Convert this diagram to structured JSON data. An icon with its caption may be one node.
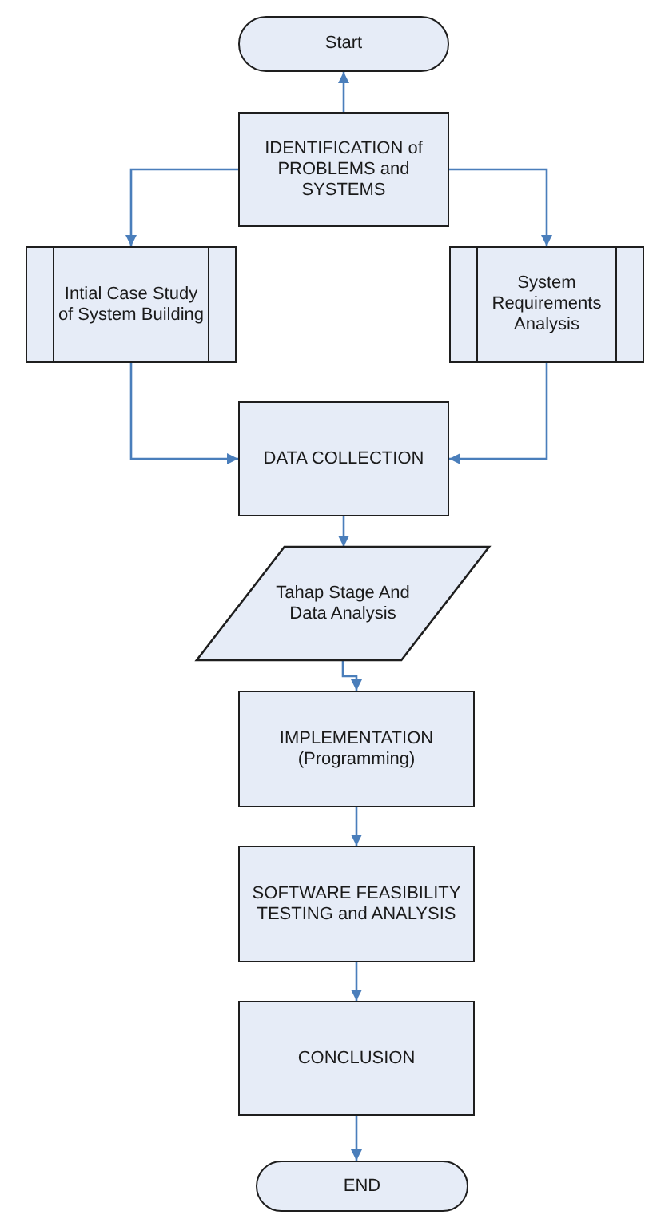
{
  "diagram": {
    "nodes": [
      {
        "text": [
          "Start"
        ]
      },
      {
        "text": [
          "IDENTIFICATION of PROBLEMS and SYSTEMS"
        ]
      },
      {
        "text": [
          "Intial Case Study of System Building"
        ]
      },
      {
        "text": [
          "System Requirements Analysis"
        ]
      },
      {
        "text": [
          "DATA COLLECTION"
        ]
      },
      {
        "text": [
          "Tahap Stage And Data Analysis"
        ]
      },
      {
        "text": [
          "IMPLEMENTATION (Programming)"
        ]
      },
      {
        "text": [
          "SOFTWARE FEASIBILITY TESTING and ANALYSIS"
        ]
      },
      {
        "text": [
          "CONCLUSION"
        ]
      },
      {
        "text": [
          "END"
        ]
      }
    ],
    "edges": [
      {
        "from": 1,
        "to": 0,
        "arrow": "to"
      },
      {
        "from": 1,
        "to": 2,
        "arrow": "to"
      },
      {
        "from": 1,
        "to": 3,
        "arrow": "to"
      },
      {
        "from": 2,
        "to": 4,
        "arrow": "to"
      },
      {
        "from": 3,
        "to": 4,
        "arrow": "to"
      },
      {
        "from": 4,
        "to": 5,
        "arrow": "to"
      },
      {
        "from": 5,
        "to": 6,
        "arrow": "to"
      },
      {
        "from": 6,
        "to": 7,
        "arrow": "to"
      },
      {
        "from": 7,
        "to": 8,
        "arrow": "to"
      },
      {
        "from": 8,
        "to": 9,
        "arrow": "to"
      }
    ]
  }
}
